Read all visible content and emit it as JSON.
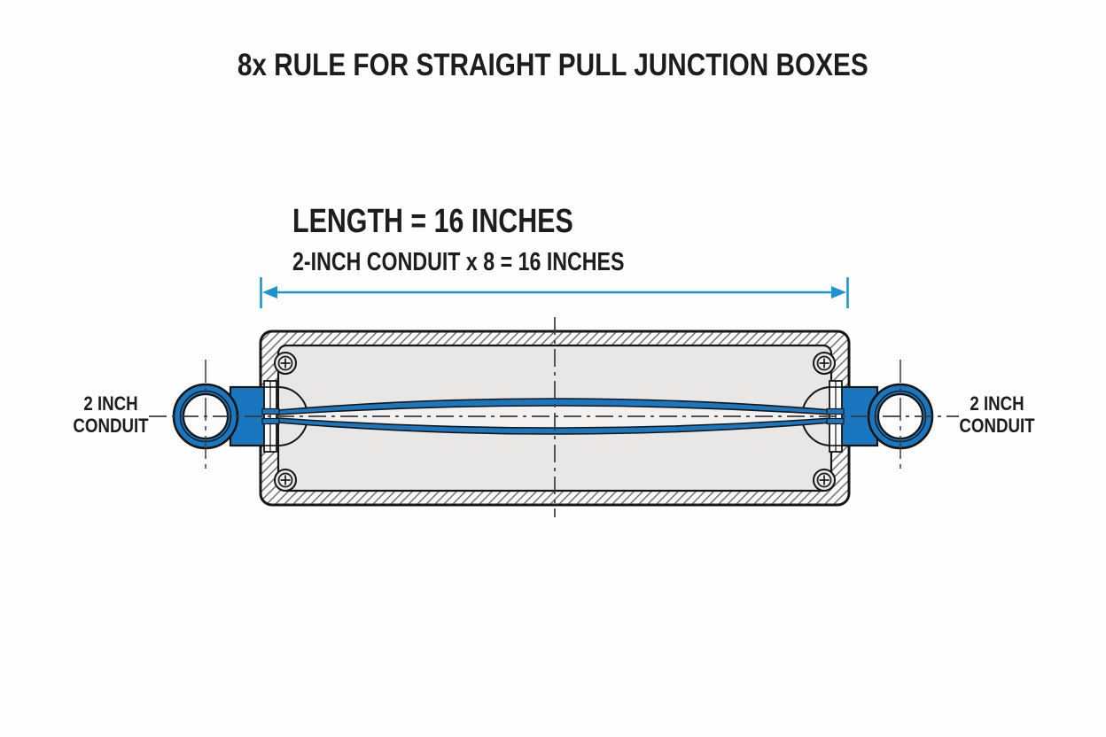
{
  "title": "8x RULE FOR STRAIGHT PULL JUNCTION BOXES",
  "dimension": {
    "length_label": "LENGTH = 16 INCHES",
    "formula_label": "2-INCH CONDUIT x 8 = 16 INCHES",
    "length_inches": 16,
    "conduit_trade_size_inches": 2,
    "multiplier": 8
  },
  "conduit_left": {
    "line1": "2 INCH",
    "line2": "CONDUIT"
  },
  "conduit_right": {
    "line1": "2 INCH",
    "line2": "CONDUIT"
  },
  "colors": {
    "conduit_blue": "#1a76bf",
    "arrow_blue": "#1e93d2",
    "plate_gray": "#e8e7e5",
    "lens_interior_gray": "#f2f1ef",
    "outline_black": "#161616",
    "centerline_gray": "#3b3b3b",
    "text_black": "#1d1d1d"
  }
}
